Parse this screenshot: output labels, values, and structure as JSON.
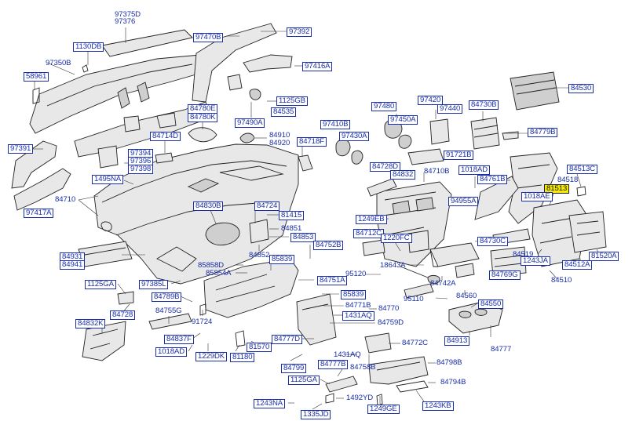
{
  "labels": {
    "p97375D": "97375D",
    "p97376": "97376",
    "p1130DB": "1130DB",
    "p97470B": "97470B",
    "p97392": "97392",
    "p97350B": "97350B",
    "p97416A": "97416A",
    "p58961": "58961",
    "p1125GB": "1125GB",
    "p84535": "84535",
    "p84780E": "84780E",
    "p84780K": "84780K",
    "p97490A": "97490A",
    "p97480": "97480",
    "p97450A": "97450A",
    "p97420": "97420",
    "p97440": "97440",
    "p84730B": "84730B",
    "p84530": "84530",
    "p84714D": "84714D",
    "p84910": "84910",
    "p84920": "84920",
    "p84718F": "84718F",
    "p97410B": "97410B",
    "p97430A": "97430A",
    "p84779B": "84779B",
    "p97391": "97391",
    "p97394": "97394",
    "p97396": "97396",
    "p97398": "97398",
    "p91721B": "91721B",
    "p1495NA": "1495NA",
    "p84728D": "84728D",
    "p84832": "84832",
    "p84710B": "84710B",
    "p1018AD": "1018AD",
    "p84761B": "84761B",
    "p84513C": "84513C",
    "p84518": "84518",
    "p81513": "81513",
    "p84710": "84710",
    "p84830B": "84830B",
    "p84724": "84724",
    "p94955A": "94955A",
    "p1018AE": "1018AE",
    "p97417A": "97417A",
    "p81415": "81415",
    "p1249EB": "1249EB",
    "p84851": "84851",
    "p84712C": "84712C",
    "p84853": "84853",
    "p1220FC": "1220FC",
    "p84752B": "84752B",
    "p84730C": "84730C",
    "p84931": "84931",
    "p84941": "84941",
    "p84852": "84852",
    "p85839": "85839",
    "p85858D": "85858D",
    "p85854A": "85854A",
    "p18643A": "18643A",
    "p84519": "84519",
    "p1243JA": "1243JA",
    "p84512A": "84512A",
    "p81520A": "81520A",
    "p95120": "95120",
    "p84742A": "84742A",
    "p84769G": "84769G",
    "p84751A": "84751A",
    "p84510": "84510",
    "p1125GA": "1125GA",
    "p97385L": "97385L",
    "p84789B": "84789B",
    "p84560": "84560",
    "p95110": "95110",
    "p84550": "84550",
    "p84728": "84728",
    "p84755G": "84755G",
    "p91724": "91724",
    "p85839b": "85839",
    "p84771B": "84771B",
    "p84770": "84770",
    "p1431AQ": "1431AQ",
    "p84759D": "84759D",
    "p84832K": "84832K",
    "p84913": "84913",
    "p84777": "84777",
    "p84837F": "84837F",
    "p1018AD2": "1018AD",
    "p1229DK": "1229DK",
    "p81180": "81180",
    "p81570": "81570",
    "p84777D": "84777D",
    "p84772C": "84772C",
    "p1431AQ2": "1431AQ",
    "p84777B": "84777B",
    "p84799": "84799",
    "p84758B": "84758B",
    "p84798B": "84798B",
    "p1125GA2": "1125GA",
    "p84794B": "84794B",
    "p1243NA": "1243NA",
    "p1492YD": "1492YD",
    "p1249GE": "1249GE",
    "p1243KB": "1243KB",
    "p1335JD": "1335JD"
  },
  "highlighted_part": "81513",
  "colors": {
    "label": "#1a2ea8",
    "highlight": "#f5ea00",
    "line": "#222222"
  }
}
